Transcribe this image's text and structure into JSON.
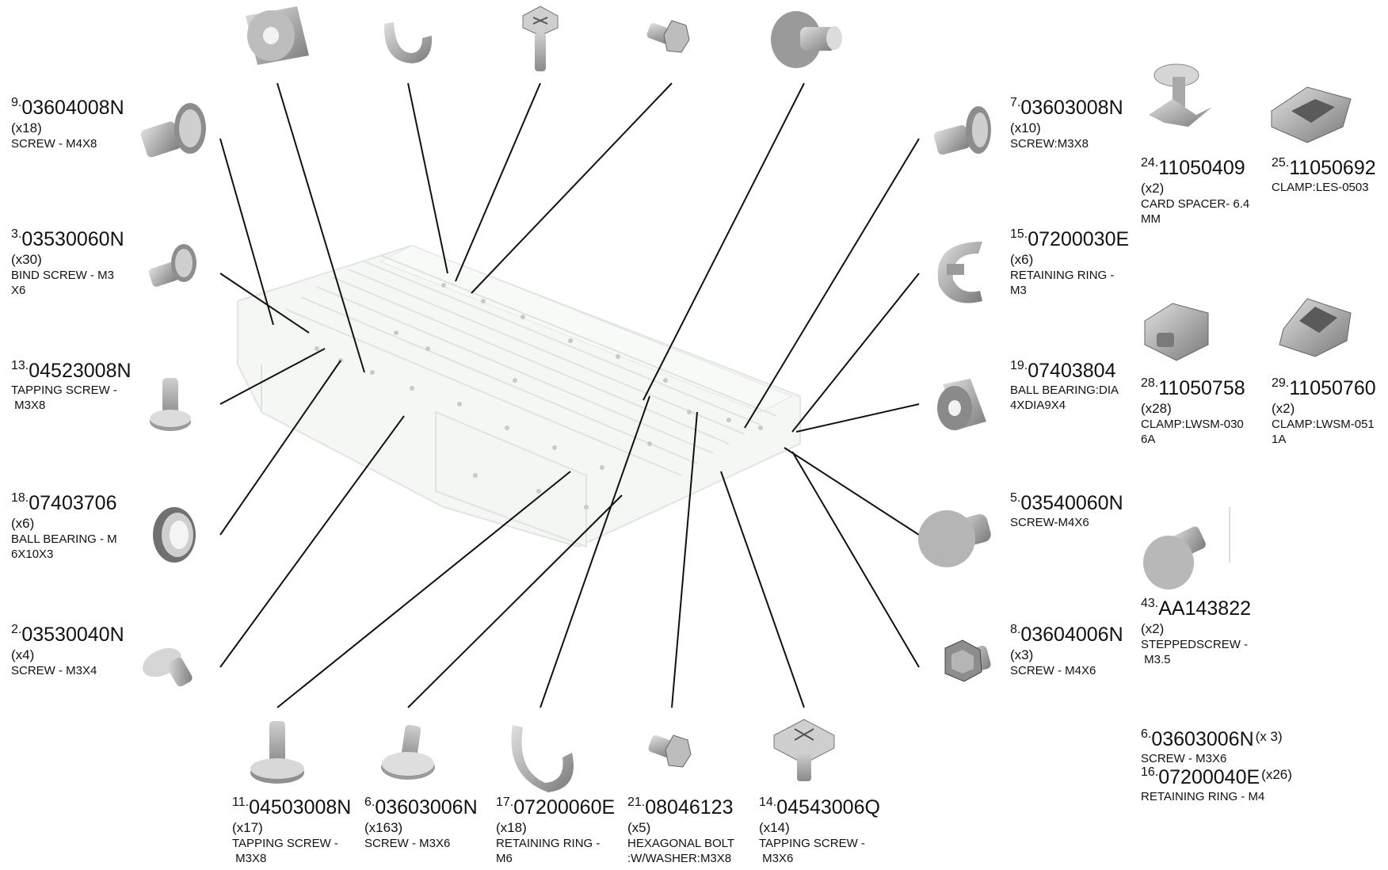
{
  "parts": {
    "p9": {
      "index": "9.",
      "number": "03604008N",
      "qty": "(x18)",
      "desc": "SCREW - M4X8"
    },
    "p3": {
      "index": "3.",
      "number": "03530060N",
      "qty": "(x30)",
      "desc": "BIND SCREW - M3\nX6"
    },
    "p13": {
      "index": "13.",
      "number": "04523008N",
      "qty": "",
      "desc": "TAPPING SCREW -\n M3X8"
    },
    "p18": {
      "index": "18.",
      "number": "07403706",
      "qty": "(x6)",
      "desc": "BALL BEARING - M\n6X10X3"
    },
    "p2": {
      "index": "2.",
      "number": "03530040N",
      "qty": "(x4)",
      "desc": "SCREW - M3X4"
    },
    "p11": {
      "index": "11.",
      "number": "04503008N",
      "qty": "(x17)",
      "desc": "TAPPING SCREW -\n M3X8"
    },
    "p6": {
      "index": "6.",
      "number": "03603006N",
      "qty": "(x163)",
      "desc": "SCREW - M3X6"
    },
    "p17": {
      "index": "17.",
      "number": "07200060E",
      "qty": "(x18)",
      "desc": "RETAINING RING -\nM6"
    },
    "p21": {
      "index": "21.",
      "number": "08046123",
      "qty": "(x5)",
      "desc": "HEXAGONAL BOLT\n:W/WASHER:M3X8"
    },
    "p14": {
      "index": "14.",
      "number": "04543006Q",
      "qty": "(x14)",
      "desc": "TAPPING SCREW -\n M3X6"
    },
    "p7": {
      "index": "7.",
      "number": "03603008N",
      "qty": "(x10)",
      "desc": "SCREW:M3X8"
    },
    "p15": {
      "index": "15.",
      "number": "07200030E",
      "qty": "(x6)",
      "desc": "RETAINING RING -\nM3"
    },
    "p19": {
      "index": "19.",
      "number": "07403804",
      "qty": "",
      "desc": "BALL BEARING:DIA\n4XDIA9X4"
    },
    "p5": {
      "index": "5.",
      "number": "03540060N",
      "qty": "",
      "desc": "SCREW-M4X6"
    },
    "p8": {
      "index": "8.",
      "number": "03604006N",
      "qty": "(x3)",
      "desc": "SCREW - M4X6"
    },
    "p24": {
      "index": "24.",
      "number": "11050409",
      "qty": "(x2)",
      "desc": "CARD SPACER- 6.4\nMM"
    },
    "p25": {
      "index": "25.",
      "number": "11050692",
      "qty": "",
      "desc": "CLAMP:LES-0503"
    },
    "p28": {
      "index": "28.",
      "number": "11050758",
      "qty": "(x28)",
      "desc": "CLAMP:LWSM-030\n6A"
    },
    "p29": {
      "index": "29.",
      "number": "11050760",
      "qty": "(x2)",
      "desc": "CLAMP:LWSM-051\n1A"
    },
    "p43": {
      "index": "43.",
      "number": "AA143822",
      "qty": "(x2)",
      "desc": "STEPPEDSCREW -\n M3.5"
    },
    "p6b": {
      "index": "6.",
      "number": "03603006N",
      "qty": "(x 3)",
      "desc": "SCREW - M3X6"
    },
    "p16": {
      "index": "16.",
      "number": "07200040E",
      "qty": "(x26)",
      "desc": "RETAINING RING - M4"
    }
  },
  "colors": {
    "line": "#111111",
    "part_dark": "#6f6f6f",
    "part_mid": "#a9a9a9",
    "part_light": "#d6d6d6",
    "assembly": "#e6ece6"
  }
}
